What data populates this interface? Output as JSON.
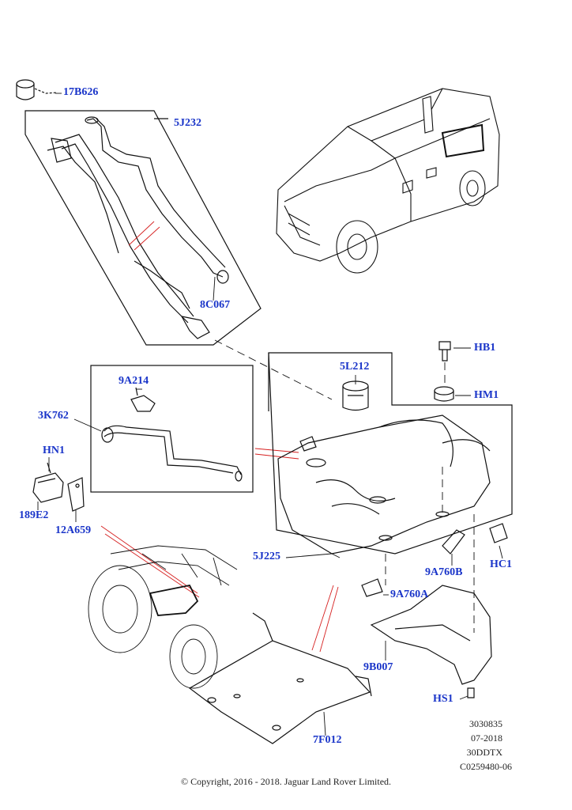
{
  "callouts": {
    "c17B626": "17B626",
    "c5J232": "5J232",
    "c8C067": "8C067",
    "cHB1": "HB1",
    "c5L212": "5L212",
    "cHM1": "HM1",
    "c9A214": "9A214",
    "c3K762": "3K762",
    "cHN1": "HN1",
    "c189E2": "189E2",
    "c12A659": "12A659",
    "c5J225": "5J225",
    "c9A760B": "9A760B",
    "cHC1": "HC1",
    "c9A760A": "9A760A",
    "c9B007": "9B007",
    "cHS1": "HS1",
    "c7F012": "7F012"
  },
  "footer": {
    "code1": "3030835",
    "date": "07-2018",
    "code2": "30DDTX",
    "code3": "C0259480-06",
    "copyright": "© Copyright, 2016 - 2018. Jaguar Land Rover Limited."
  }
}
